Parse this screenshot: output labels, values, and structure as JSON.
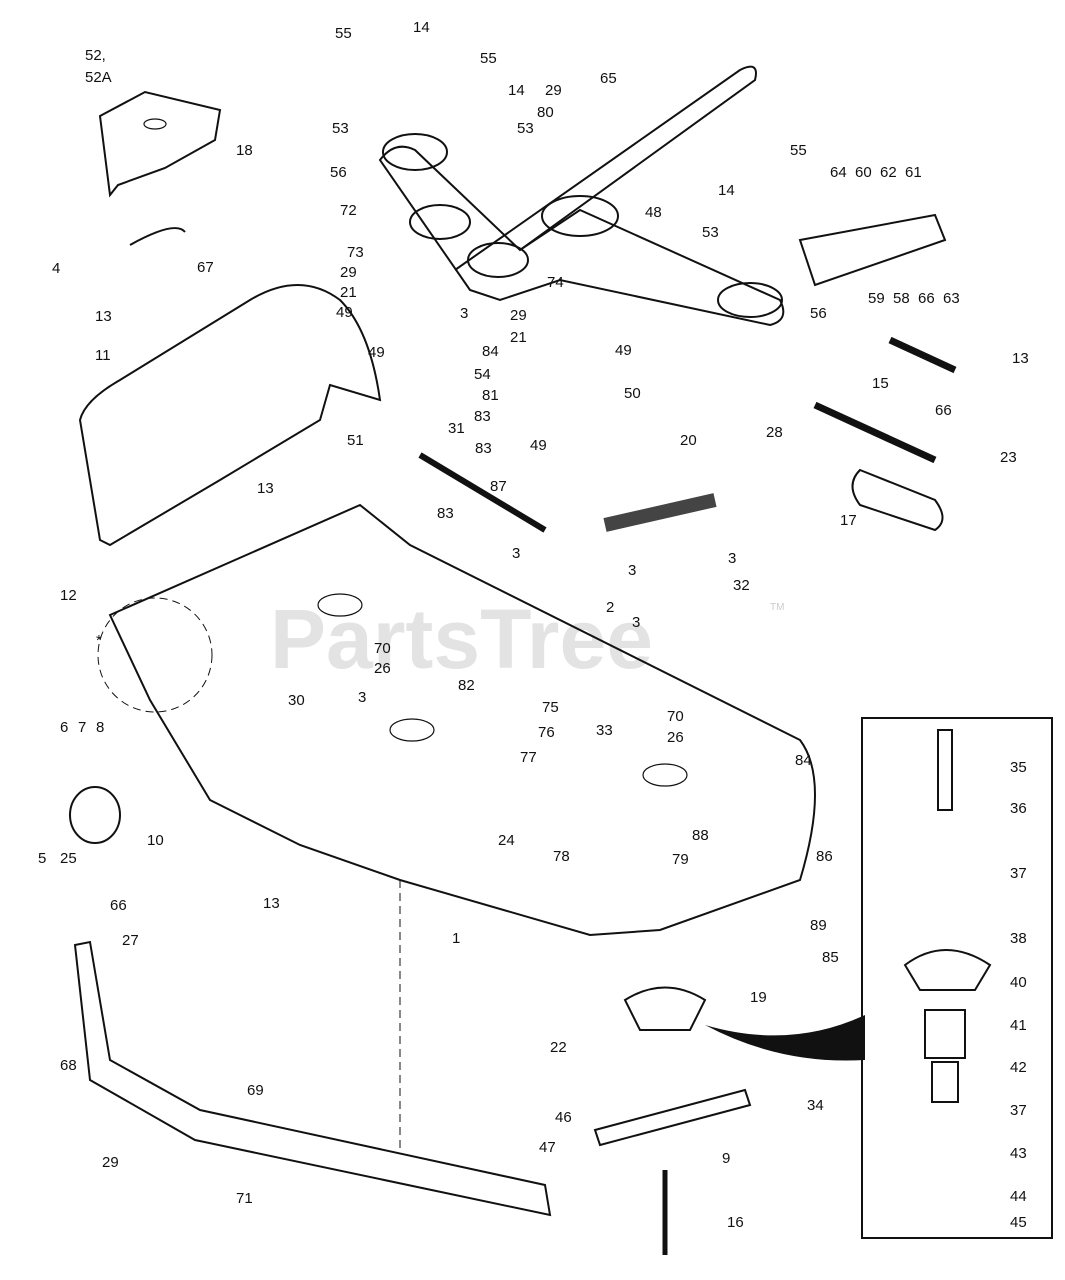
{
  "watermark": "PartsTree",
  "trademark": "TM",
  "callouts": [
    "55",
    "14",
    "52,",
    "52A",
    "55",
    "14",
    "29",
    "80",
    "65",
    "53",
    "53",
    "18",
    "56",
    "55",
    "64",
    "60",
    "62",
    "61",
    "72",
    "14",
    "48",
    "53",
    "73",
    "29",
    "4",
    "67",
    "21",
    "74",
    "49",
    "3",
    "13",
    "56",
    "59",
    "58",
    "66",
    "63",
    "29",
    "21",
    "11",
    "49",
    "84",
    "54",
    "49",
    "13",
    "15",
    "81",
    "50",
    "83",
    "66",
    "51",
    "31",
    "83",
    "28",
    "49",
    "20",
    "23",
    "87",
    "13",
    "83",
    "17",
    "3",
    "3",
    "12",
    "2",
    "3",
    "32",
    "3",
    "*",
    "70",
    "26",
    "82",
    "30",
    "3",
    "75",
    "70",
    "76",
    "33",
    "77",
    "26",
    "84",
    "35",
    "6",
    "7",
    "8",
    "36",
    "10",
    "24",
    "78",
    "79",
    "88",
    "86",
    "5",
    "25",
    "37",
    "66",
    "13",
    "27",
    "1",
    "89",
    "38",
    "85",
    "40",
    "19",
    "41",
    "22",
    "68",
    "42",
    "34",
    "46",
    "69",
    "37",
    "47",
    "9",
    "43",
    "29",
    "71",
    "44",
    "16",
    "45"
  ]
}
